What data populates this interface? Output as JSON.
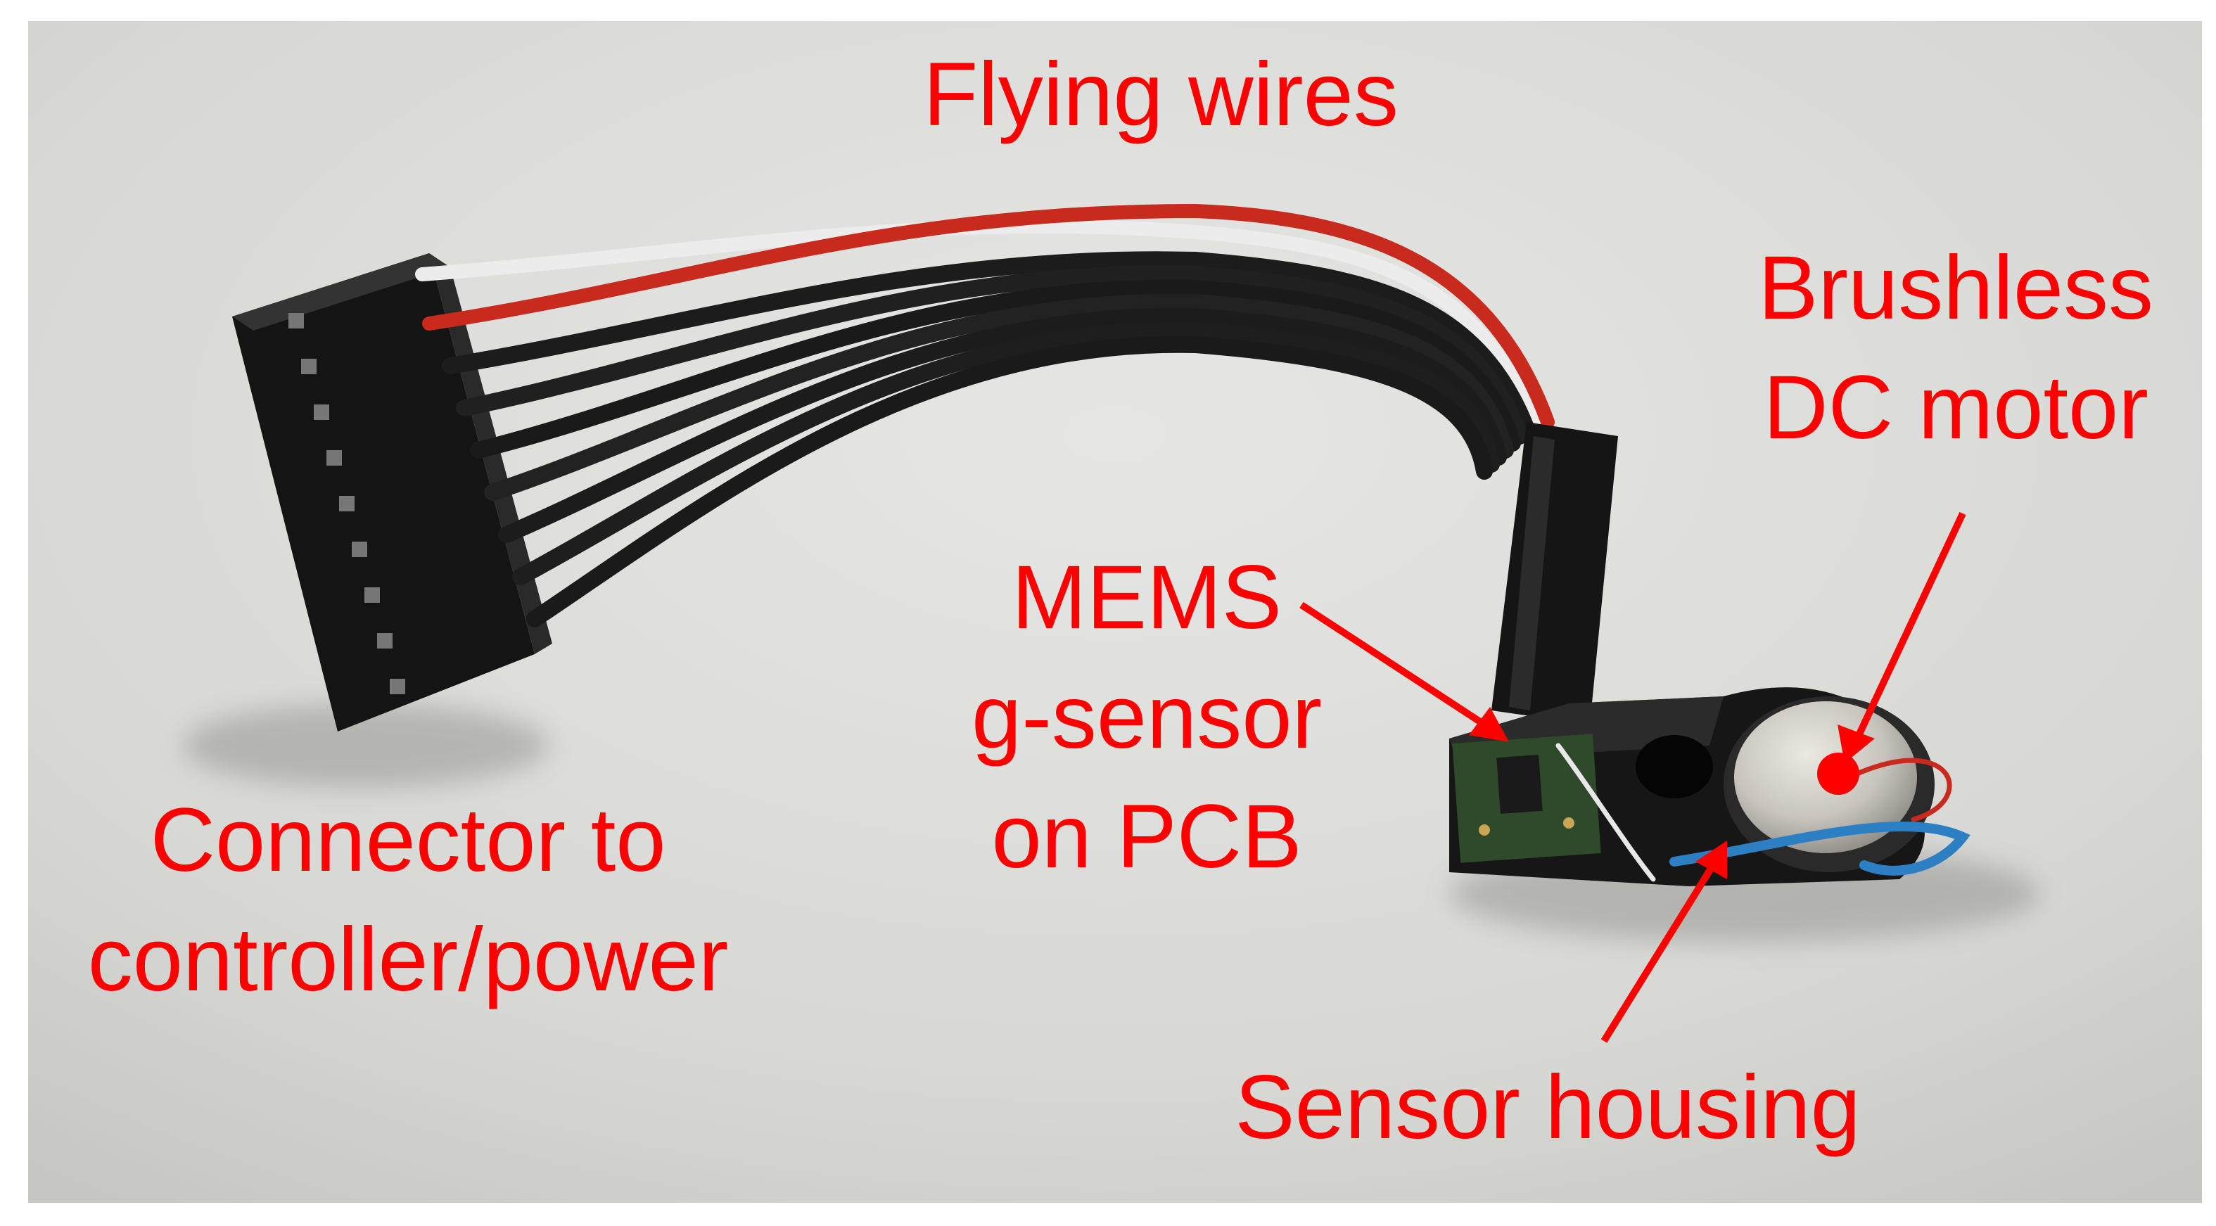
{
  "photo": {
    "subject": "sensor assembly on white surface",
    "colors": {
      "background": "#dcdcda",
      "label": "#ff0000",
      "cable_black": "#1c1c1c",
      "cable_red": "#c92a1e",
      "cable_white": "#ececec",
      "pcb_green": "#2f4a2a",
      "motor_silver": "#c8c4bd",
      "wire_blue": "#2d7fc4"
    }
  },
  "labels": {
    "flying_wires": [
      "Flying wires"
    ],
    "brushless": [
      "Brushless",
      "DC motor"
    ],
    "mems": [
      "MEMS",
      "g-sensor",
      "on PCB"
    ],
    "connector": [
      "Connector to",
      "controller/power"
    ],
    "housing": [
      "Sensor housing"
    ]
  }
}
